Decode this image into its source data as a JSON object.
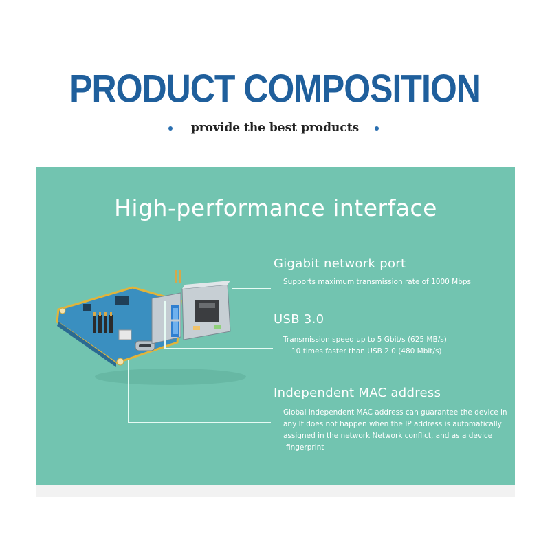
{
  "header": {
    "title": "PRODUCT COMPOSITION",
    "subtitle": "provide the best products"
  },
  "panel": {
    "heading": "High-performance interface",
    "features": [
      {
        "title": "Gigabit network port",
        "lines": [
          "Supports maximum transmission rate of 1000 Mbps"
        ]
      },
      {
        "title": "USB 3.0",
        "lines": [
          "Transmission speed up to 5 Gbit/s (625 MB/s)",
          "10 times faster than USB 2.0 (480 Mbit/s)"
        ]
      },
      {
        "title": "Independent MAC address",
        "lines": [
          "Global independent MAC address can guarantee the device in",
          "any It does not happen when the IP address is automatically",
          "assigned in the network Network conflict, and as a device",
          "fingerprint"
        ]
      }
    ]
  },
  "colors": {
    "title_blue": "#1f5f9c",
    "panel_teal": "#72c4b0",
    "text_white": "#ffffff"
  },
  "icons": [
    "board-image",
    "ethernet-port-icon",
    "usb-port-icon",
    "usb-c-port-icon"
  ]
}
